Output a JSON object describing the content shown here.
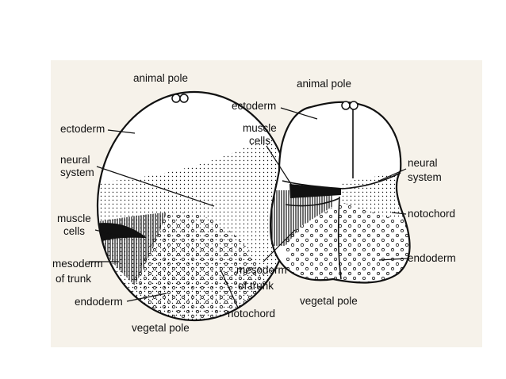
{
  "left_embryo": {
    "animal_pole": "animal pole",
    "ectoderm": "ectoderm",
    "neural_system": [
      "neural",
      "system"
    ],
    "muscle_cells": [
      "muscle",
      "cells"
    ],
    "mesoderm_of_trunk": [
      "mesoderm",
      "of trunk"
    ],
    "endoderm": "endoderm",
    "notochord": "notochord",
    "vegetal_pole": "vegetal pole"
  },
  "right_embryo": {
    "animal_pole": "animal pole",
    "ectoderm": "ectoderm",
    "muscle_cells": [
      "muscle",
      "cells"
    ],
    "neural_system": [
      "neural",
      "system"
    ],
    "notochord": "notochord",
    "endoderm": "endoderm",
    "mesoderm_of_trunk": [
      "mesoderm",
      "of trunk"
    ],
    "vegetal_pole": "vegetal pole"
  },
  "colors": {
    "ink": "#111111",
    "paper": "#f6f2ea",
    "fill": "#ffffff"
  }
}
